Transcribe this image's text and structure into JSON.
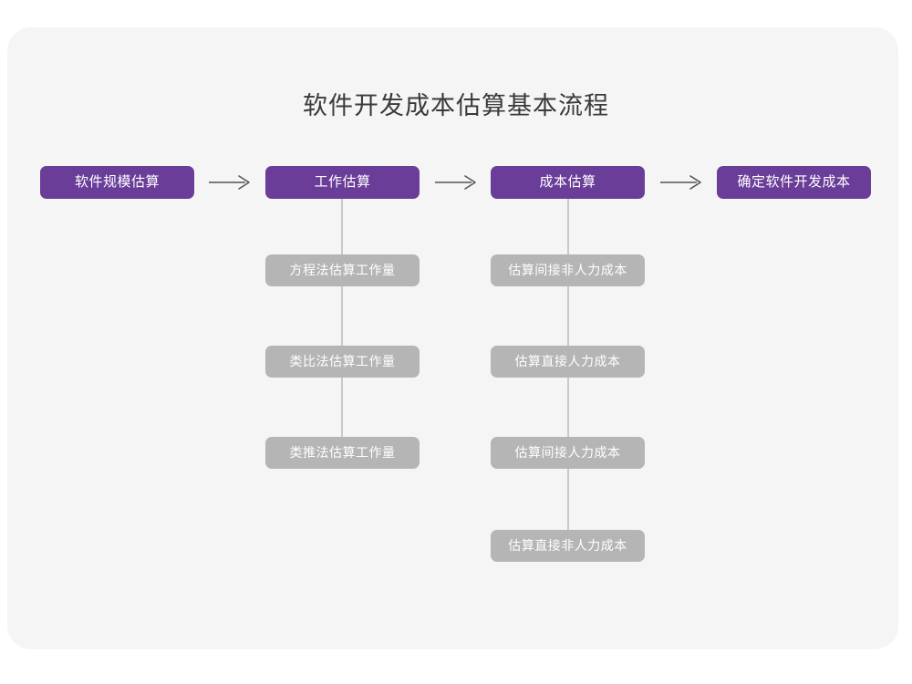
{
  "page": {
    "title": "软件开发成本估算基本流程",
    "card_background": "#f5f5f5",
    "outer_background": "#ffffff",
    "accent_color": "#6a3d99",
    "secondary_color": "#b5b5b5",
    "connector_color": "#c9c9c9",
    "title_color": "#3a3a3a"
  },
  "flow": {
    "stages": [
      {
        "label": "软件规模估算",
        "substeps": []
      },
      {
        "label": "工作估算",
        "substeps": [
          {
            "label": "方程法估算工作量"
          },
          {
            "label": "类比法估算工作量"
          },
          {
            "label": "类推法估算工作量"
          }
        ]
      },
      {
        "label": "成本估算",
        "substeps": [
          {
            "label": "估算间接非人力成本"
          },
          {
            "label": "估算直接人力成本"
          },
          {
            "label": "估算间接人力成本"
          },
          {
            "label": "估算直接非人力成本"
          }
        ]
      },
      {
        "label": "确定软件开发成本",
        "substeps": []
      }
    ],
    "connectors": [
      {
        "glyph": "arrow-right",
        "from": "软件规模估算",
        "to": "工作估算"
      },
      {
        "glyph": "arrow-right",
        "from": "工作估算",
        "to": "成本估算"
      },
      {
        "glyph": "arrow-right",
        "from": "成本估算",
        "to": "确定软件开发成本"
      }
    ]
  }
}
